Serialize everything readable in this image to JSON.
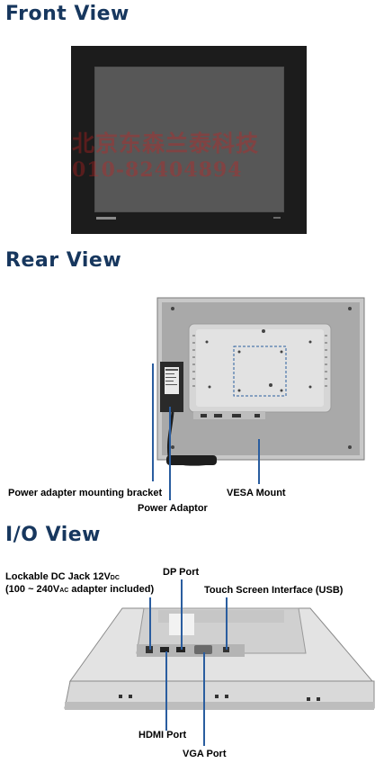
{
  "sections": {
    "front": {
      "title": "Front View"
    },
    "rear": {
      "title": "Rear View"
    },
    "io": {
      "title": "I/O View"
    }
  },
  "watermark": {
    "line1": "北京东森兰泰科技",
    "line2": "010-82404894"
  },
  "rear_labels": {
    "bracket": "Power adapter mounting bracket",
    "vesa": "VESA Mount",
    "adaptor": "Power Adaptor"
  },
  "io_labels": {
    "dc_jack_prefix": "Lockable DC Jack 12V",
    "dc_jack_sub": "DC",
    "dc_jack_line2_a": "(100 ~ 240V",
    "dc_jack_line2_sub": "AC",
    "dc_jack_line2_b": " adapter included)",
    "dp_port": "DP Port",
    "touch_usb": "Touch Screen Interface (USB)",
    "hdmi": "HDMI Port",
    "vga": "VGA Port"
  },
  "colors": {
    "heading": "#17375e",
    "leader": "#2a5d9f",
    "watermark": "#cc2020"
  }
}
